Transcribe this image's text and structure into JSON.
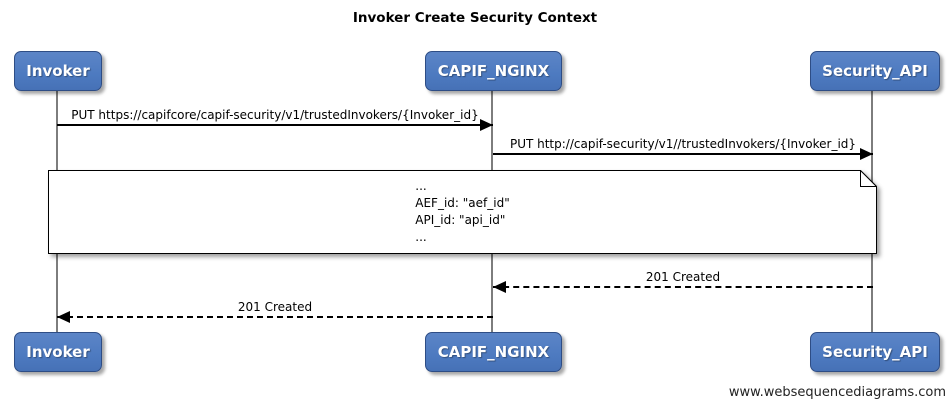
{
  "diagram": {
    "title": "Invoker Create Security Context",
    "watermark": "www.websequencediagrams.com",
    "colors": {
      "actor_fill": "#4d7ac0",
      "actor_fill_top": "#5c85c7",
      "actor_border": "#2e4d85",
      "actor_text": "#ffffff",
      "lifeline": "#7d7d7d",
      "arrow": "#000000"
    },
    "actors": [
      {
        "name": "Invoker"
      },
      {
        "name": "CAPIF_NGINX"
      },
      {
        "name": "Security_API"
      }
    ],
    "messages": [
      {
        "from": "Invoker",
        "to": "CAPIF_NGINX",
        "style": "solid",
        "label": "PUT https://capifcore/capif-security/v1/trustedInvokers/{Invoker_id}"
      },
      {
        "from": "CAPIF_NGINX",
        "to": "Security_API",
        "style": "solid",
        "label": "PUT http://capif-security/v1//trustedInvokers/{Invoker_id}"
      },
      {
        "from": "Security_API",
        "to": "CAPIF_NGINX",
        "style": "dashed",
        "label": "201 Created"
      },
      {
        "from": "CAPIF_NGINX",
        "to": "Invoker",
        "style": "dashed",
        "label": "201 Created"
      }
    ],
    "note": {
      "lines": [
        "...",
        "AEF_id: \"aef_id\"",
        "API_id: \"api_id\"",
        "..."
      ]
    }
  }
}
